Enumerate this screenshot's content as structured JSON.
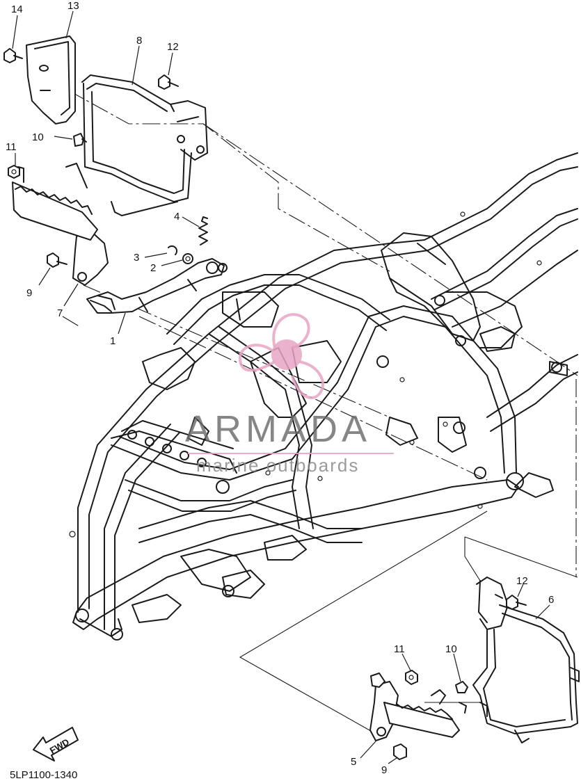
{
  "diagram": {
    "code": "5LP1100-1340",
    "fwd_label": "FWD",
    "watermark": {
      "brand": "ARMADA",
      "tagline": "marine outboards",
      "logo_color": "#e6a4c4"
    },
    "callouts": [
      {
        "id": "c14-top",
        "label": "14"
      },
      {
        "id": "c13",
        "label": "13"
      },
      {
        "id": "c8",
        "label": "8"
      },
      {
        "id": "c12-top",
        "label": "12"
      },
      {
        "id": "c10-top",
        "label": "10"
      },
      {
        "id": "c11-top",
        "label": "11"
      },
      {
        "id": "c4",
        "label": "4"
      },
      {
        "id": "c3",
        "label": "3"
      },
      {
        "id": "c2",
        "label": "2"
      },
      {
        "id": "c9-top",
        "label": "9"
      },
      {
        "id": "c7",
        "label": "7"
      },
      {
        "id": "c1",
        "label": "1"
      },
      {
        "id": "c12-bottom",
        "label": "12"
      },
      {
        "id": "c6",
        "label": "6"
      },
      {
        "id": "c11-bottom",
        "label": "11"
      },
      {
        "id": "c10-bottom",
        "label": "10"
      },
      {
        "id": "c5",
        "label": "5"
      },
      {
        "id": "c9-bottom",
        "label": "9"
      }
    ]
  }
}
